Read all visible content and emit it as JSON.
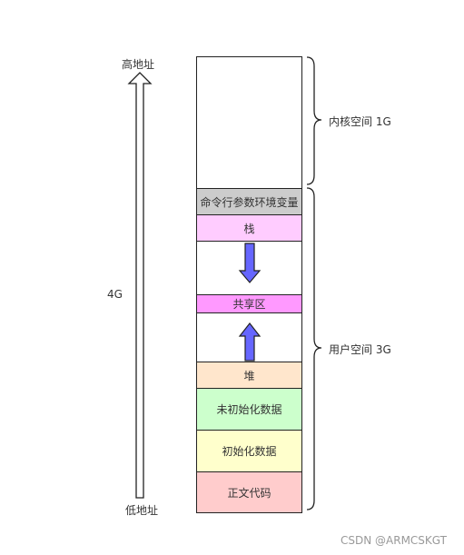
{
  "address_axis": {
    "high_label": "高地址",
    "low_label": "低地址",
    "size_label": "4G"
  },
  "memory_segments": [
    {
      "label": "",
      "color": "#ffffff"
    },
    {
      "label": "命令行参数环境变量",
      "color": "#cccccc"
    },
    {
      "label": "栈",
      "color": "#ffccff"
    },
    {
      "label": "",
      "color": "#ffffff"
    },
    {
      "label": "共享区",
      "color": "#ff99ff"
    },
    {
      "label": "",
      "color": "#ffffff"
    },
    {
      "label": "堆",
      "color": "#ffe6cc"
    },
    {
      "label": "未初始化数据",
      "color": "#ccffcc"
    },
    {
      "label": "初始化数据",
      "color": "#ffffcc"
    },
    {
      "label": "正文代码",
      "color": "#ffcccc"
    }
  ],
  "growth_arrows": {
    "stack": "down",
    "heap": "up",
    "color": "#6666ff"
  },
  "regions": {
    "kernel": "内核空间 1G",
    "user": "用户空间 3G"
  },
  "watermark": "CSDN @ARMCSKGT"
}
